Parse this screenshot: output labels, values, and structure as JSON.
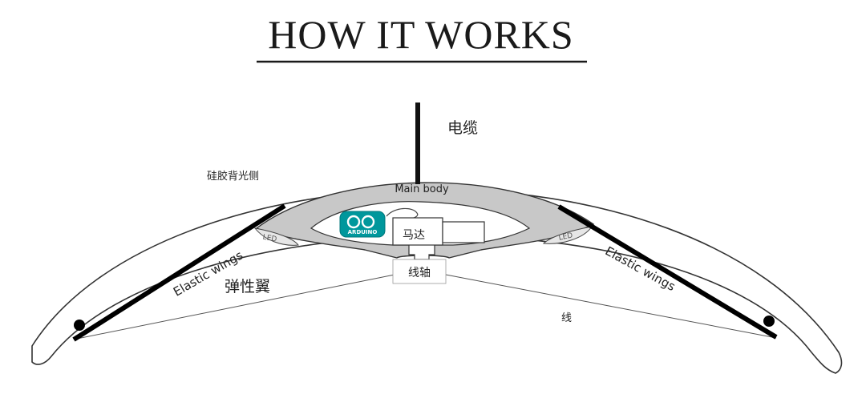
{
  "title": "HOW IT WORKS",
  "labels": {
    "cable": "电缆",
    "silicone_back": "硅胶背光侧",
    "main_body": "Main body",
    "motor": "马达",
    "spool": "线轴",
    "elastic_wings_left": "Elastic wings",
    "elastic_wings_right": "Elastic wings",
    "elastic_wings_cn": "弹性翼",
    "string": "线",
    "led_left": "LED",
    "led_right": "LED",
    "arduino": "ARDUINO"
  },
  "colors": {
    "ink": "#1a1a1a",
    "body_fill": "#c8c8c8",
    "arduino_teal": "#00979c",
    "outline": "#333333"
  }
}
